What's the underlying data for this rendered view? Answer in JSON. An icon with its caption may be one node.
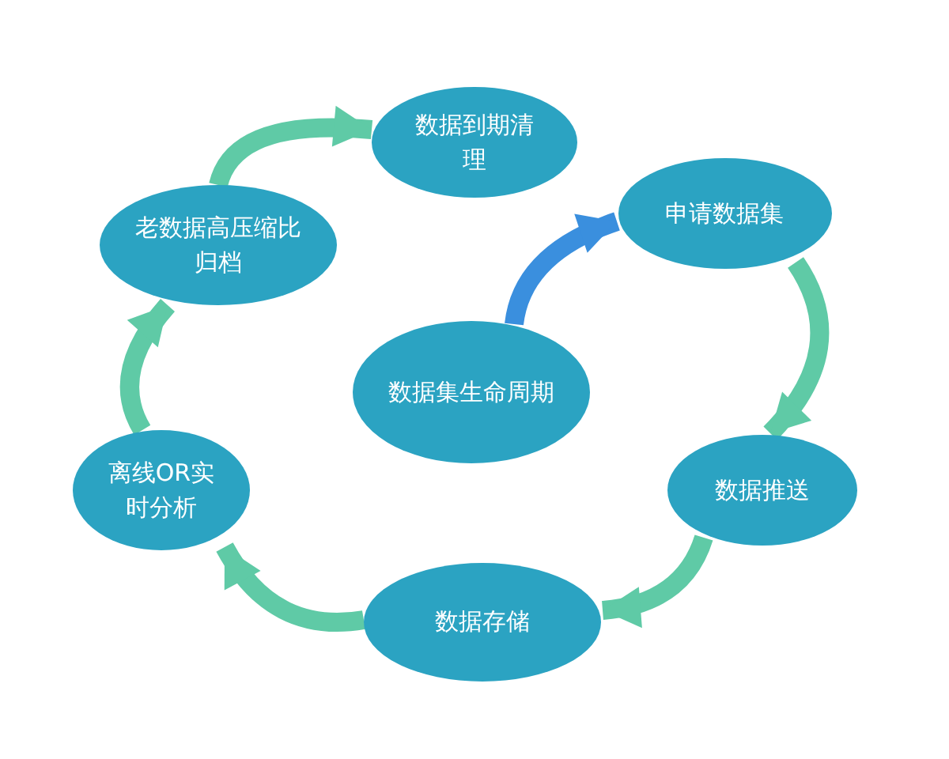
{
  "diagram": {
    "nodes": [
      {
        "text": [
          "数据到期清理"
        ]
      },
      {
        "text": [
          "申请数据集"
        ]
      },
      {
        "text": [
          "数据集生命周期"
        ]
      },
      {
        "text": [
          "数据推送"
        ]
      },
      {
        "text": [
          "数据存储"
        ]
      },
      {
        "text": [
          "离线OR实时分析"
        ]
      },
      {
        "text": [
          "老数据高压缩比归档"
        ]
      }
    ],
    "edges": [
      {
        "from": 2,
        "to": 1,
        "arrow": "to",
        "color": "#3a8fde"
      },
      {
        "from": 1,
        "to": 3,
        "arrow": "to"
      },
      {
        "from": 3,
        "to": 4,
        "arrow": "to"
      },
      {
        "from": 4,
        "to": 5,
        "arrow": "to"
      },
      {
        "from": 5,
        "to": 6,
        "arrow": "to"
      },
      {
        "from": 6,
        "to": 0,
        "arrow": "to"
      }
    ]
  }
}
